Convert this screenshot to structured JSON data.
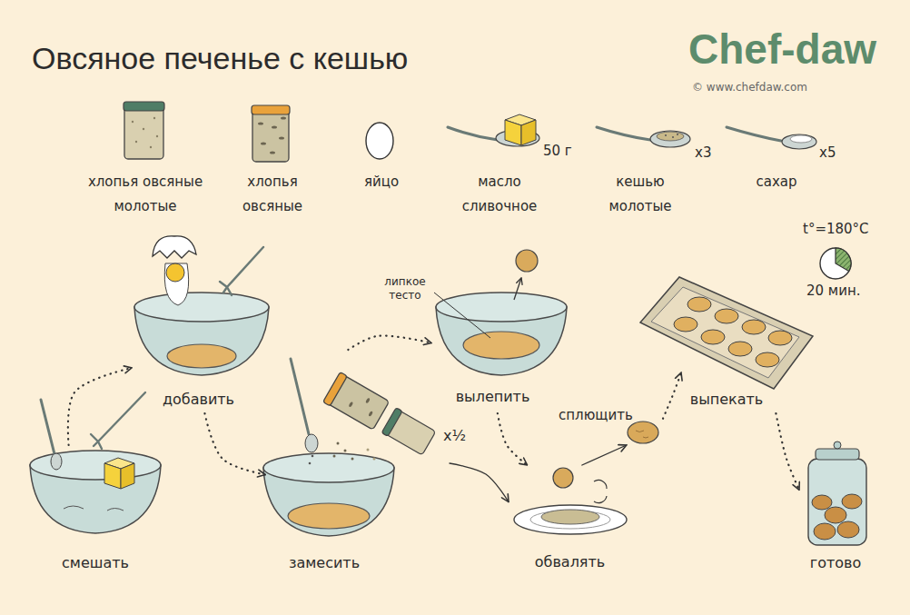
{
  "diagram": {
    "title": "Овсяное печенье с кешью",
    "nodes": [
      {
        "text": [
          "хлопья овсяные молотые"
        ]
      },
      {
        "text": [
          "хлопья овсяные"
        ]
      },
      {
        "text": [
          "яйцо"
        ]
      },
      {
        "text": [
          "масло сливочное",
          "50 г"
        ]
      },
      {
        "text": [
          "кешью молотые",
          "x3"
        ]
      },
      {
        "text": [
          "сахар",
          "x5"
        ]
      },
      {
        "text": [
          "смешать"
        ]
      },
      {
        "text": [
          "добавить"
        ]
      },
      {
        "text": [
          "замесить"
        ]
      },
      {
        "text": [
          "вылепить"
        ]
      },
      {
        "text": [
          "обвалять"
        ]
      },
      {
        "text": [
          "сплющить"
        ]
      },
      {
        "text": [
          "выпекать"
        ]
      },
      {
        "text": [
          "готово"
        ]
      }
    ],
    "edges": [
      {
        "from": 6,
        "to": 7,
        "arrow": "to"
      },
      {
        "from": 7,
        "to": 8,
        "arrow": "to"
      },
      {
        "from": 8,
        "to": 9,
        "arrow": "to"
      },
      {
        "from": 8,
        "to": 10,
        "arrow": "to"
      },
      {
        "from": 9,
        "to": 10,
        "arrow": "to"
      },
      {
        "from": 10,
        "to": 11,
        "arrow": "to"
      },
      {
        "from": 11,
        "to": 12,
        "arrow": "to"
      },
      {
        "from": 12,
        "to": 13,
        "arrow": "to"
      }
    ],
    "labels": [
      "Chef-daw",
      "© www.chefdaw.com",
      "липкое тесто",
      "x½",
      "t°=180°C",
      "20 мин."
    ]
  }
}
